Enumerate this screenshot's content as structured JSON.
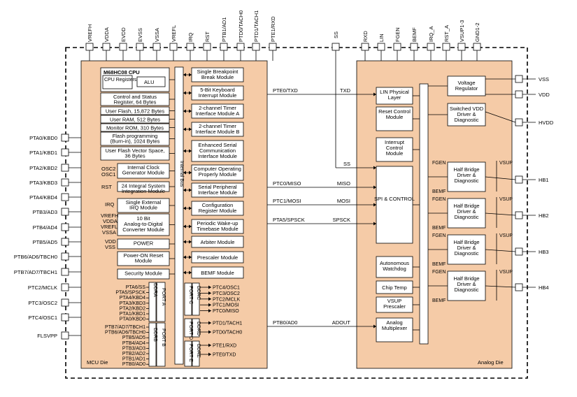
{
  "mcu": {
    "die_label": "MCU Die",
    "cpu_title": "M68HC08 CPU",
    "cpu_registers": "CPU Registers",
    "alu": "ALU",
    "blocks": [
      "Control and Status Register, 64 Bytes",
      "User Flash, 15,872 Bytes",
      "User RAM, 512 Bytes",
      "Monitor ROM, 310 Bytes",
      "Flash programming (Burn-in), 1024 Bytes",
      "User Flash Vector Space, 36 Bytes",
      "Internal Clock Generator Module",
      "24 Integral System Integration Module",
      "Single External IRQ Module",
      "10 Bit Analog-to-Digital Converter Module",
      "POWER",
      "Power-ON Reset Module",
      "Security Module"
    ],
    "side_labels": {
      "osc2": "OSC2",
      "osc1": "OSC1",
      "rst": "RST",
      "irq": "IRQ",
      "vrefh": "VREFH",
      "vdda": "VDDA",
      "vrefl": "VREFL",
      "vssa": "VSSA",
      "vdd": "VDD",
      "vss": "VSS"
    },
    "internal_bus": "Internal Bus",
    "right_blocks": [
      "Single Breakpoint Break Module",
      "5-Bit Keyboard Interrupt Module",
      "2-channel Timer Interface Module A",
      "2-channel Timer Interface Module B",
      "Enhanced Serial Communication Interface Module",
      "Computer Operating Properly Module",
      "Serial Peripheral Interface Module",
      "Configuration Register Module",
      "Periodic Wake-up Timebase Module",
      "Arbiter Module",
      "Prescaler Module",
      "BEMF Module"
    ],
    "port_a_pins": [
      "PTA6/SS",
      "PTA5/SPSCK",
      "PTA4/KBD4",
      "PTA3/KBD3",
      "PTA2/KBD2",
      "PTA1/KBD1",
      "PTA0/KBD0"
    ],
    "port_b_pins": [
      "PTB7/AD7/TBCH1",
      "PTB6/AD6/TBCH0",
      "PTB5/AD5",
      "PTB4/AD4",
      "PTB3/AD3",
      "PTB2/AD2",
      "PTB1/AD1",
      "PTB0/AD0"
    ],
    "port_c_pins": [
      "PTC4/OSC1",
      "PTC3/OSC2",
      "PTC2/MCLK",
      "PTC1/MOSI",
      "PTC0/MISO"
    ],
    "port_d_pins": [
      "PTD1/TACH1",
      "PTD0/TACH0"
    ],
    "port_e_pins": [
      "PTE1/RXD",
      "PTE0/TXD"
    ],
    "port_labels": {
      "ddra": "DDRA",
      "porta": "PORT A",
      "ddrb": "DDRB",
      "portb": "PORT B",
      "portc": "PORT C",
      "ddrc": "DDRC",
      "portd": "PORT D",
      "ddrd": "DDRD",
      "porte": "PORT E",
      "ddre": "DDRE"
    }
  },
  "analog": {
    "die_label": "Analog Die",
    "blocks": [
      "LIN Physical Layer",
      "Reset Control Module",
      "Interrupt Control Module",
      "SPI & CONTROL",
      "Autonomous Watchdog",
      "Chip Temp",
      "VSUP Prescaler",
      "Analog Multiplexer"
    ],
    "voltage_regulator": "Voltage Regulator",
    "switched_vdd": "Switched VDD Driver & Diagnostic",
    "half_bridge": "Half Bridge Driver & Diagnostic",
    "fgen": "FGEN",
    "bemf": "BEMF",
    "vsup": "VSUP"
  },
  "top_pins_mcu": [
    "VREFH",
    "VDDA",
    "EVDD",
    "EVSS",
    "VSSA",
    "VREFL",
    "IRQ",
    "RST",
    "PTB1/AD1",
    "PTD0/TACH0",
    "PTD1/TACH1",
    "PTE1/RXD"
  ],
  "top_pin_ss": "SS",
  "top_pins_analog": [
    "RXD",
    "LIN",
    "FGEN",
    "BEMF",
    "IRQ_A",
    "RST_A",
    "VSUP1-3",
    "GND1-2"
  ],
  "left_pins": [
    "PTA0/KBD0",
    "PTA1/KBD1",
    "PTA2/KBD2",
    "PTA3/KBD3",
    "PTA4/KBD4",
    "PTB3/AD3",
    "PTB4/AD4",
    "PTB5/AD5",
    "PTB6/AD6/TBCH0",
    "PTB7/AD7/TBCH1",
    "PTC2/MCLK",
    "PTC3/OSC2",
    "PTC4/OSC1",
    "FLSVPP"
  ],
  "right_pins": [
    "VSS",
    "VDD",
    "HVDD",
    "HB1",
    "HB2",
    "HB3",
    "HB4"
  ],
  "inter_signals": [
    {
      "mcu": "PTE0/TXD",
      "analog": "TXD"
    },
    {
      "mcu": "",
      "analog": "SS"
    },
    {
      "mcu": "PTC0/MISO",
      "analog": "MISO"
    },
    {
      "mcu": "PTC1/MOSI",
      "analog": "MOSI"
    },
    {
      "mcu": "PTA5/SPSCK",
      "analog": "SPSCK"
    },
    {
      "mcu": "PTB0/AD0",
      "analog": "ADOUT"
    }
  ]
}
